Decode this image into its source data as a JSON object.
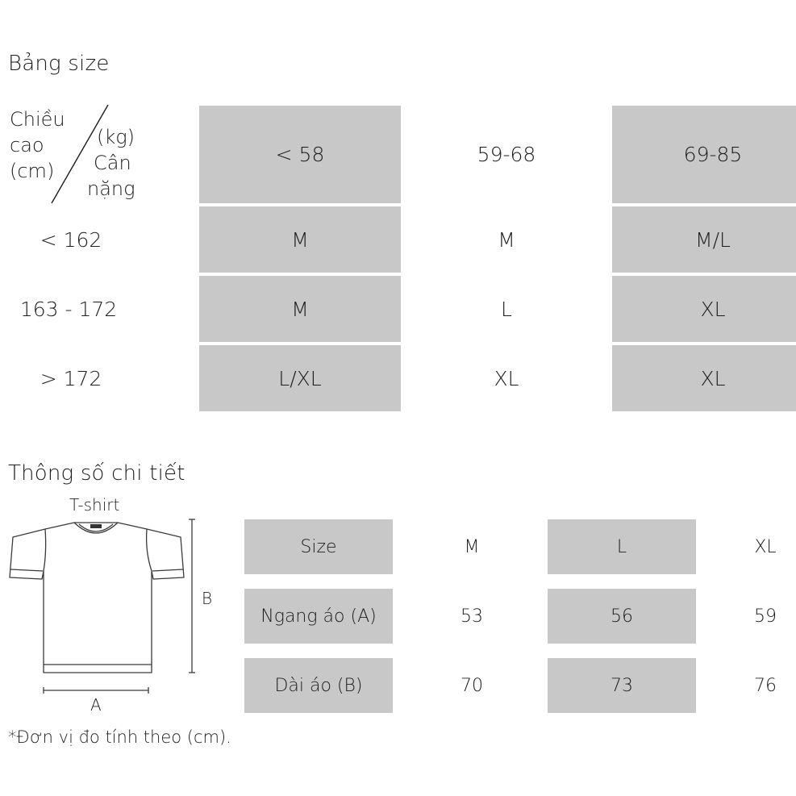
{
  "size_table": {
    "title": "Bảng size",
    "corner": {
      "height_lines": [
        "Chiều",
        "cao",
        "(cm)"
      ],
      "weight_lines": [
        "(kg)",
        "Cân",
        "nặng"
      ]
    },
    "weight_headers": [
      "< 58",
      "59-68",
      "69-85"
    ],
    "rows": [
      {
        "height": "< 162",
        "sizes": [
          "M",
          "M",
          "M/L"
        ]
      },
      {
        "height": "163 - 172",
        "sizes": [
          "M",
          "L",
          "XL"
        ]
      },
      {
        "height": "> 172",
        "sizes": [
          "L/XL",
          "XL",
          "XL"
        ]
      }
    ]
  },
  "detail": {
    "title": "Thông số chi tiết",
    "diagram": {
      "caption": "T-shirt",
      "width_label": "A",
      "length_label": "B"
    },
    "table": {
      "header": [
        "Size",
        "M",
        "L",
        "XL"
      ],
      "rows": [
        [
          "Ngang áo (A)",
          "53",
          "56",
          "59"
        ],
        [
          "Dài áo (B)",
          "70",
          "73",
          "76"
        ]
      ]
    }
  },
  "footnote": "*Đơn vị đo tính theo (cm).",
  "colors": {
    "shade": "#c8c8c8",
    "text": "#1e1e1e"
  }
}
